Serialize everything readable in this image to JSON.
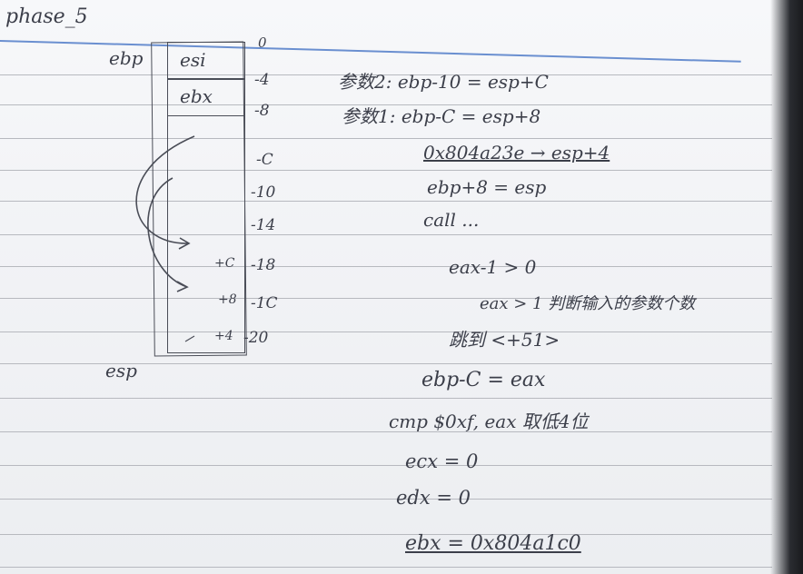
{
  "header": {
    "title": "phase_5"
  },
  "stack_diagram": {
    "cells": [
      "esi",
      "ebx"
    ],
    "left_labels": {
      "top": "ebp",
      "bottom": "esp"
    },
    "offsets": [
      "0",
      "-4",
      "-8",
      "-C",
      "-10",
      "-14",
      "-18",
      "-1C",
      "-20"
    ],
    "inner_marks": [
      "+C",
      "+8",
      "+4"
    ]
  },
  "notes": [
    "参数2: ebp-10 = esp+C",
    "参数1: ebp-C = esp+8",
    "0x804a23e → esp+4",
    "ebp+8 = esp",
    "call ...",
    "eax-1 > 0",
    "eax > 1  判断输入的参数个数",
    "跳到 <+51>",
    "ebp-C = eax",
    "cmp $0xf, eax 取低4位",
    "ecx = 0",
    "edx = 0",
    "ebx = 0x804a1c0"
  ],
  "colors": {
    "paper": "#f4f5f8",
    "ink": "#3c3f4a",
    "rule": "#b7b9bf",
    "header_rule": "#6a8fd0"
  }
}
